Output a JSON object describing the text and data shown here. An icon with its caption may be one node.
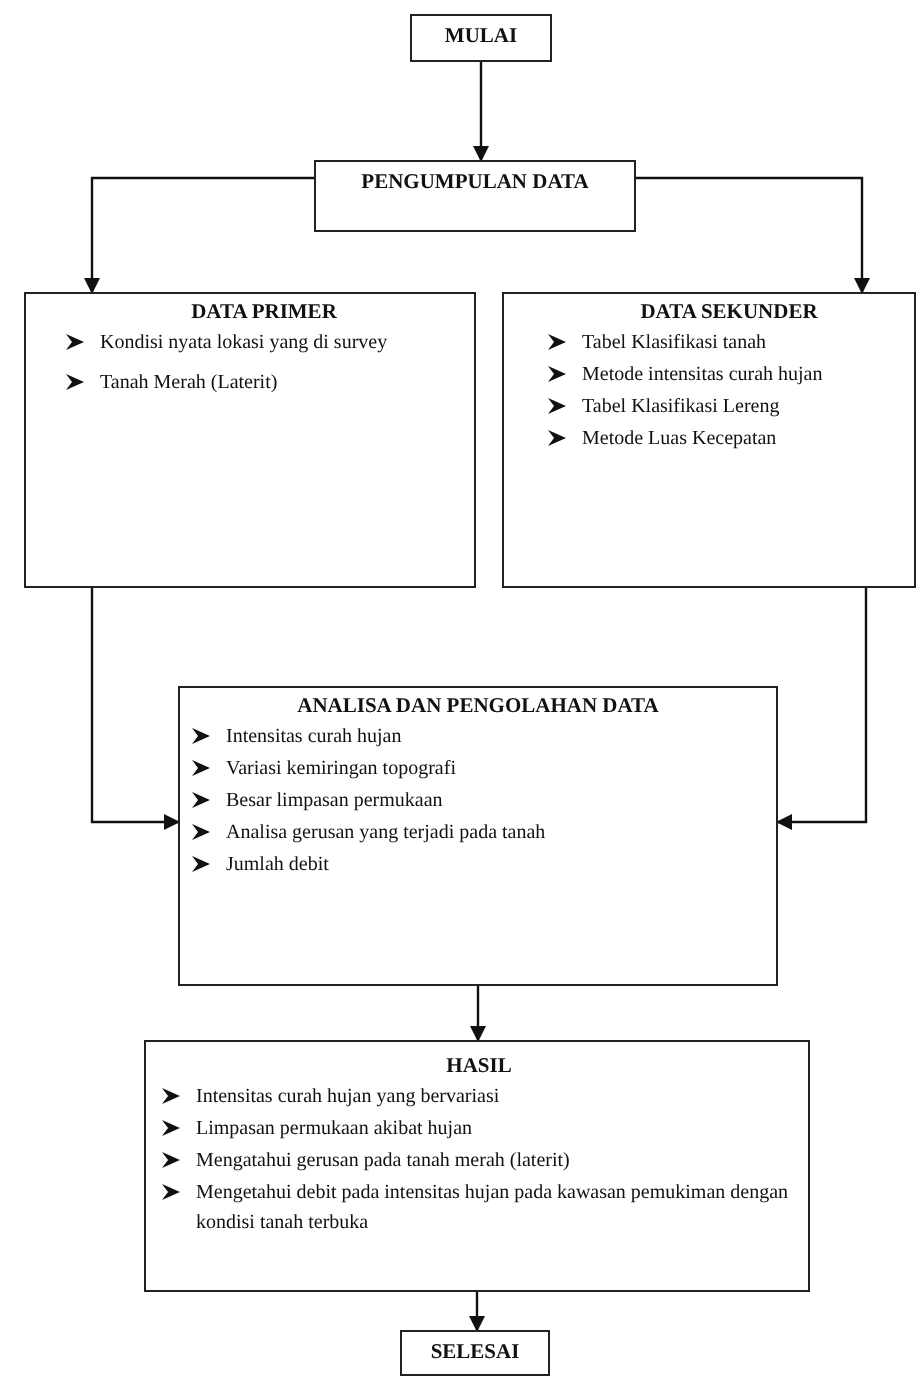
{
  "diagram": {
    "nodes": [
      {
        "text": [
          "MULAI"
        ]
      },
      {
        "text": [
          "PENGUMPULAN DATA"
        ]
      },
      {
        "text": [
          "DATA PRIMER",
          "Kondisi nyata lokasi yang di survey",
          "Tanah Merah (Laterit)"
        ]
      },
      {
        "text": [
          "DATA SEKUNDER",
          "Tabel Klasifikasi tanah",
          "Metode intensitas curah hujan",
          "Tabel Klasifikasi Lereng",
          "Metode Luas Kecepatan"
        ]
      },
      {
        "text": [
          "ANALISA DAN PENGOLAHAN DATA",
          "Intensitas curah hujan",
          "Variasi kemiringan topografi",
          "Besar limpasan permukaan",
          "Analisa gerusan yang terjadi pada tanah",
          "Jumlah debit"
        ]
      },
      {
        "text": [
          "HASIL",
          "Intensitas curah hujan yang bervariasi",
          "Limpasan permukaan akibat hujan",
          "Mengatahui gerusan pada tanah merah (laterit)",
          "Mengetahui debit pada intensitas hujan pada kawasan pemukiman dengan kondisi tanah terbuka"
        ]
      },
      {
        "text": [
          "SELESAI"
        ]
      }
    ],
    "edges": [
      {
        "from": 0,
        "to": 1,
        "arrow": "to"
      },
      {
        "from": 1,
        "to": 2,
        "arrow": "to"
      },
      {
        "from": 1,
        "to": 3,
        "arrow": "to"
      },
      {
        "from": 2,
        "to": 4,
        "arrow": "to"
      },
      {
        "from": 3,
        "to": 4,
        "arrow": "to"
      },
      {
        "from": 4,
        "to": 5,
        "arrow": "to"
      },
      {
        "from": 5,
        "to": 6,
        "arrow": "to"
      }
    ]
  }
}
